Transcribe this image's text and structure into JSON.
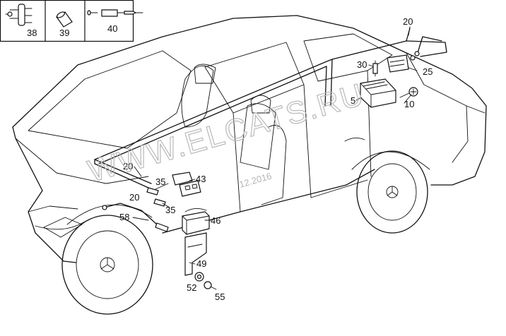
{
  "diagram": {
    "legend_boxes": [
      {
        "part": "38"
      },
      {
        "part": "39"
      },
      {
        "part": "40"
      }
    ],
    "callouts": [
      "20",
      "30",
      "25",
      "5",
      "10",
      "20",
      "43",
      "35",
      "20",
      "35",
      "58",
      "46",
      "49",
      "52",
      "55"
    ],
    "watermark": "WWW.ELCATS.RU",
    "date_stamp": "12.2016"
  }
}
